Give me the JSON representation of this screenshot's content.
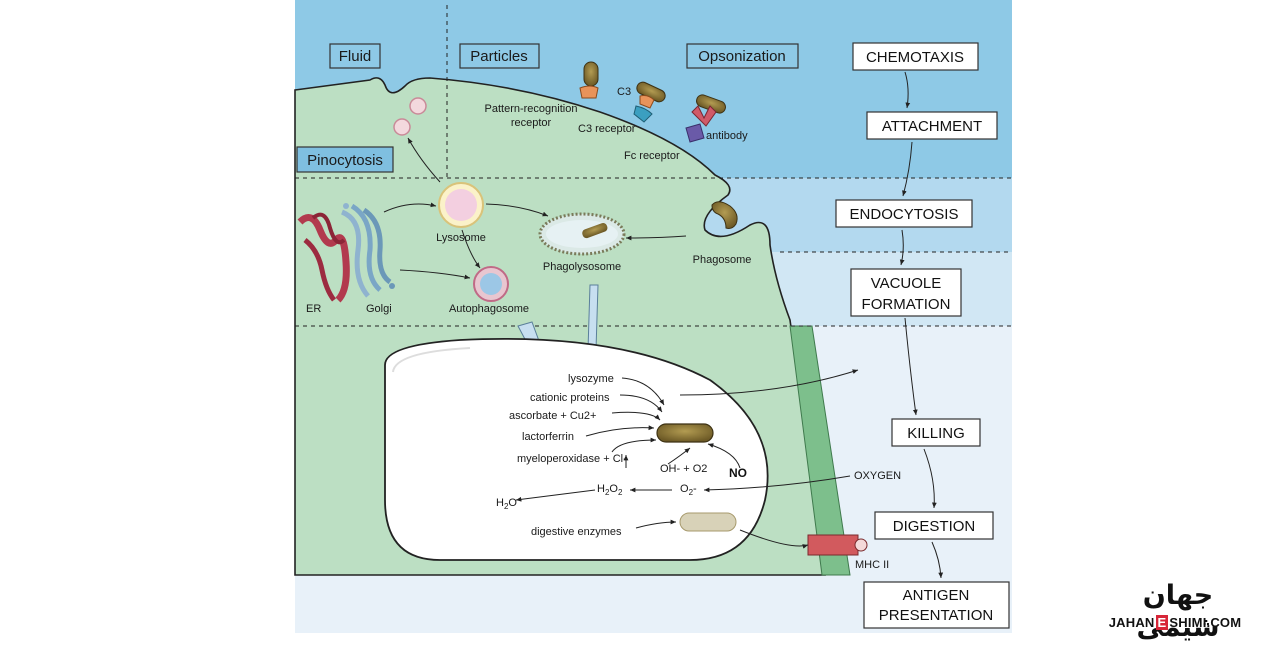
{
  "regions": {
    "fluid": "Fluid",
    "particles": "Particles",
    "opsonization": "Opsonization",
    "pinocytosis": "Pinocytosis"
  },
  "steps": {
    "chemotaxis": "CHEMOTAXIS",
    "attachment": "ATTACHMENT",
    "endocytosis": "ENDOCYTOSIS",
    "vacuole_line1": "VACUOLE",
    "vacuole_line2": "FORMATION",
    "killing": "KILLING",
    "digestion": "DIGESTION",
    "antigen_line1": "ANTIGEN",
    "antigen_line2": "PRESENTATION"
  },
  "receptors": {
    "prr_line1": "Pattern-recognition",
    "prr_line2": "receptor",
    "c3": "C3",
    "c3_receptor": "C3 receptor",
    "antibody": "antibody",
    "fc_receptor": "Fc receptor"
  },
  "organelles": {
    "lysosome": "Lysosome",
    "phagolysosome": "Phagolysosome",
    "phagosome": "Phagosome",
    "autophagosome": "Autophagosome",
    "er": "ER",
    "golgi": "Golgi"
  },
  "killing_agents": {
    "lysozyme": "lysozyme",
    "cationic": "cationic proteins",
    "ascorbate": "ascorbate + Cu2+",
    "lactoferrin": "lactorferrin",
    "myeloperoxidase": "myeloperoxidase + Cl-",
    "oh": "OH- + O2",
    "no": "NO",
    "h2o2_main": "H",
    "h2o2_sub1": "2",
    "h2o2_mid": "O",
    "h2o2_sub2": "2",
    "o2_main": "O",
    "o2_sub": "2",
    "o2_sup": "-",
    "h2o_main": "H",
    "h2o_sub": "2",
    "h2o_end": "O",
    "digestive": "digestive enzymes",
    "oxygen": "OXYGEN",
    "mhc": "MHC II"
  },
  "logo": {
    "persian": "جهان شیمی",
    "en_left": "JAHAN",
    "en_mid": "E",
    "en_right": "SHIMI.COM"
  },
  "colors": {
    "sky_top": "#8ec9e6",
    "sky_mid": "#b3d9ef",
    "cell": "#bcdfc3",
    "membrane_band": "#7dbf8c",
    "lower_bg": "#e8f1f9"
  }
}
